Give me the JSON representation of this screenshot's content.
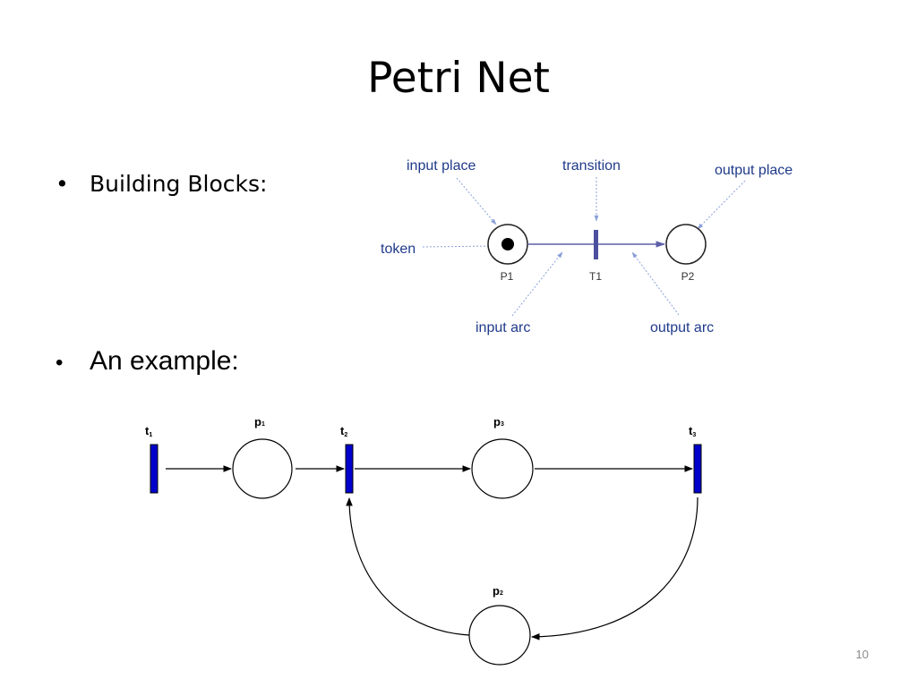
{
  "slide": {
    "title": "Petri Net",
    "bullets": [
      {
        "marker": "•",
        "text": "Building Blocks:"
      },
      {
        "marker": "•",
        "text": "An example:"
      }
    ],
    "page_number": "10"
  },
  "building_blocks": {
    "annotations": {
      "input_place": "input place",
      "transition": "transition",
      "output_place": "output place",
      "token": "token",
      "input_arc": "input arc",
      "output_arc": "output arc"
    },
    "nodes": {
      "p1": "P1",
      "t1": "T1",
      "p2": "P2"
    },
    "colors": {
      "annotation_text": "#1f3a8a",
      "transition_bar": "#4b4f9e",
      "arc": "#5c5fa8",
      "pointer": "#8aa0d8"
    }
  },
  "example": {
    "transitions": [
      {
        "name": "t",
        "sub": "1"
      },
      {
        "name": "t",
        "sub": "2"
      },
      {
        "name": "t",
        "sub": "3"
      }
    ],
    "places": [
      {
        "name": "p",
        "sub": "1"
      },
      {
        "name": "p",
        "sub": "2"
      },
      {
        "name": "p",
        "sub": "3"
      }
    ],
    "colors": {
      "transition_fill": "#0000cc",
      "transition_stroke": "#000000"
    }
  }
}
